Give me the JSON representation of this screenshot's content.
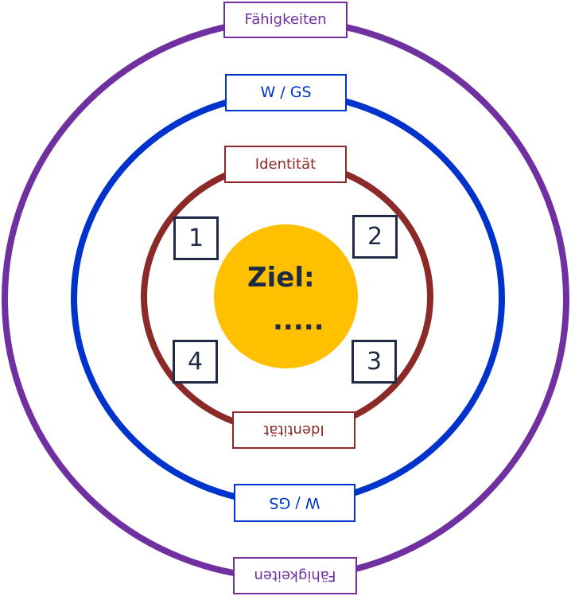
{
  "colors": {
    "faehigkeiten_ring": "#7030a0",
    "wgs_ring": "#0033cc",
    "identitaet_ring": "#8b2a28",
    "goal_fill": "#ffc000",
    "text_dark": "#1f2a44"
  },
  "rings": {
    "outer_label": "Fähigkeiten",
    "middle_label": "W / GS",
    "inner_label": "Identität"
  },
  "goal": {
    "title": "Ziel:",
    "text": "....."
  },
  "boxes": [
    "1",
    "2",
    "3",
    "4"
  ]
}
